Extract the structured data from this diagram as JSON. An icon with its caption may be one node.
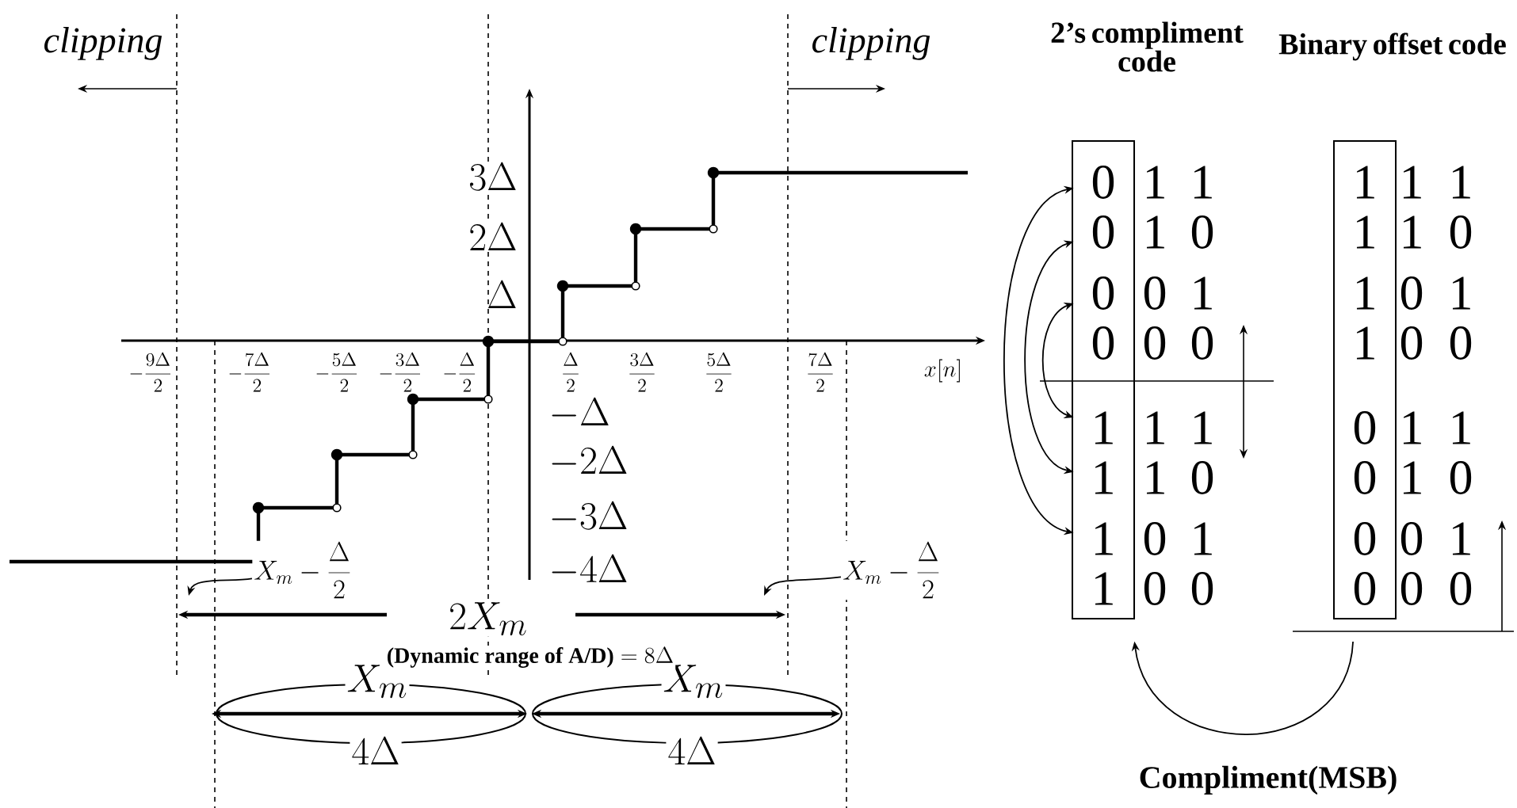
{
  "diagram": {
    "nodes": [
      {
        "text": [],
        "shape": "box"
      },
      {
        "text": [
          "0"
        ],
        "in": 0
      },
      {
        "text": [
          "0"
        ],
        "in": 0
      },
      {
        "text": [
          "0"
        ],
        "in": 0
      },
      {
        "text": [
          "0"
        ],
        "in": 0
      },
      {
        "text": [
          "1"
        ],
        "in": 0
      },
      {
        "text": [
          "1"
        ],
        "in": 0
      },
      {
        "text": [
          "1"
        ],
        "in": 0
      },
      {
        "text": [
          "1"
        ],
        "in": 0
      },
      {
        "text": [],
        "shape": "box"
      },
      {
        "text": [
          "1"
        ],
        "in": 9
      },
      {
        "text": [
          "1"
        ],
        "in": 9
      },
      {
        "text": [
          "1"
        ],
        "in": 9
      },
      {
        "text": [
          "1"
        ],
        "in": 9
      },
      {
        "text": [
          "0"
        ],
        "in": 9
      },
      {
        "text": [
          "0"
        ],
        "in": 9
      },
      {
        "text": [
          "0"
        ],
        "in": 9
      },
      {
        "text": [
          "0"
        ],
        "in": 9
      },
      {
        "text": [
          "X_m-\\frac{\\Delta}{2}"
        ]
      },
      {
        "text": [
          "X_m-\\frac{\\Delta}{2}"
        ]
      },
      {
        "text": [
          "X_m",
          "4\\Delta"
        ]
      },
      {
        "text": [
          "X_m",
          "4\\Delta"
        ]
      }
    ],
    "edges": [
      {
        "from": 1,
        "to": 7,
        "arrow": "both"
      },
      {
        "from": 2,
        "to": 6,
        "arrow": "both"
      },
      {
        "from": 3,
        "to": 5,
        "arrow": "both"
      },
      {
        "from": 9,
        "to": 0,
        "arrow": "to",
        "label": "Compliment(MSB)"
      },
      {
        "from": 18,
        "to": null,
        "arrow": "to"
      },
      {
        "from": 19,
        "to": null,
        "arrow": "to"
      }
    ],
    "labels": [
      "clipping",
      "clipping",
      "2’s compliment code",
      "Binary offset code",
      "3\\Delta",
      "2\\Delta",
      "\\Delta",
      "-\\frac{9\\Delta}{2}",
      "-\\frac{7\\Delta}{2}",
      "-\\frac{5\\Delta}{2}",
      "-\\frac{3\\Delta}{2}",
      "-\\frac{\\Delta}{2}",
      "\\frac{\\Delta}{2}",
      "\\frac{3\\Delta}{2}",
      "\\frac{5\\Delta}{2}",
      "\\frac{7\\Delta}{2}",
      "x[n]",
      "-\\Delta",
      "-2\\Delta",
      "-3\\Delta",
      "-4\\Delta",
      "2X_m",
      "\\textbf{(Dynamic range of A/D)}=8\\Delta",
      "1",
      "1",
      "1",
      "0",
      "0",
      "1",
      "0",
      "0",
      "1",
      "1",
      "1",
      "0",
      "0",
      "1",
      "0",
      "0",
      "1",
      "1",
      "1",
      "0",
      "0",
      "1",
      "0",
      "0",
      "1",
      "1",
      "1",
      "0",
      "0",
      "1",
      "0",
      "0"
    ]
  }
}
